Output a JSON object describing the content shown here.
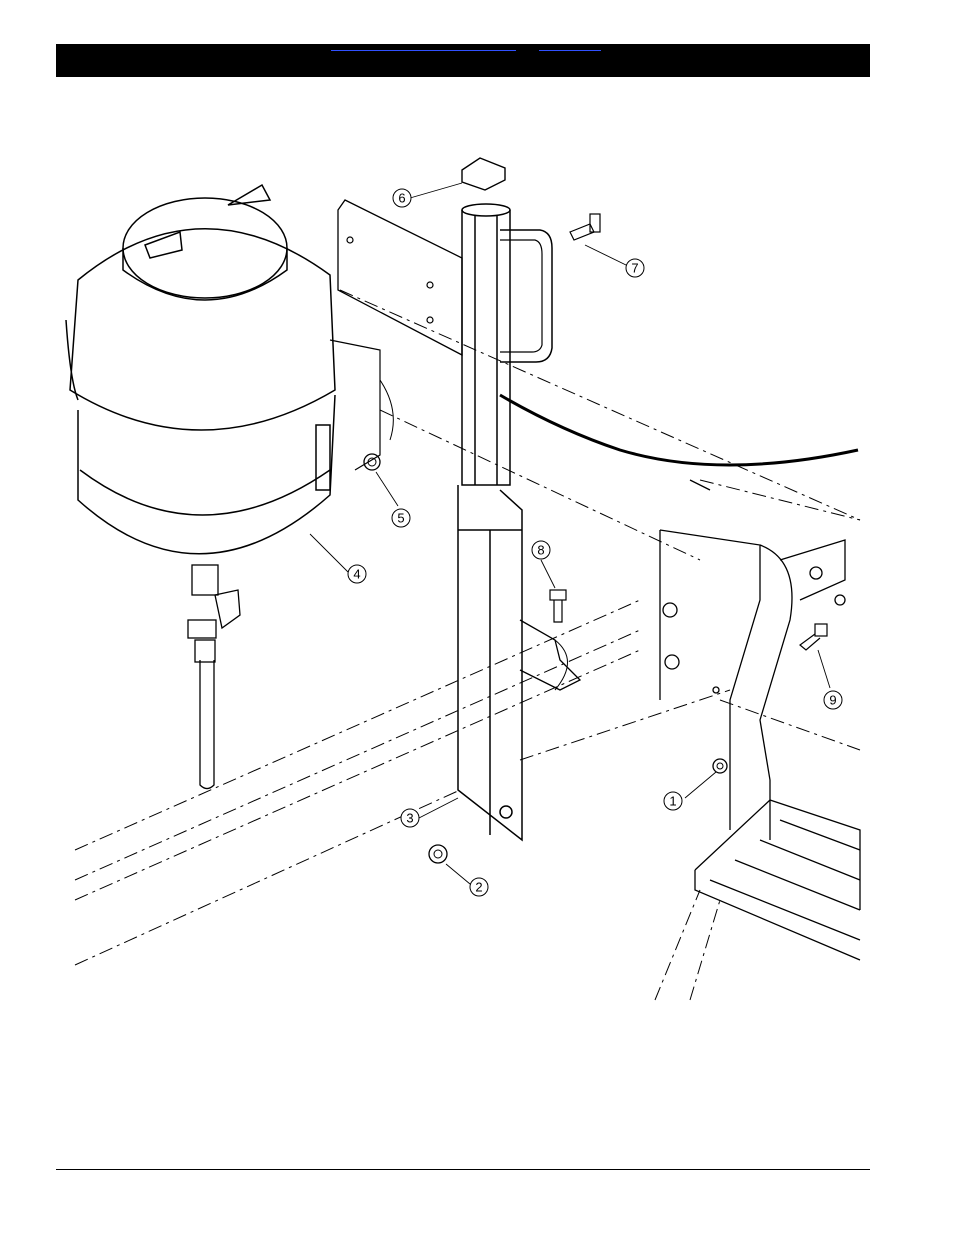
{
  "header": {
    "links": [
      "",
      ""
    ]
  },
  "diagram": {
    "callouts": [
      "1",
      "2",
      "3",
      "4",
      "5",
      "6",
      "7",
      "8",
      "9"
    ]
  }
}
